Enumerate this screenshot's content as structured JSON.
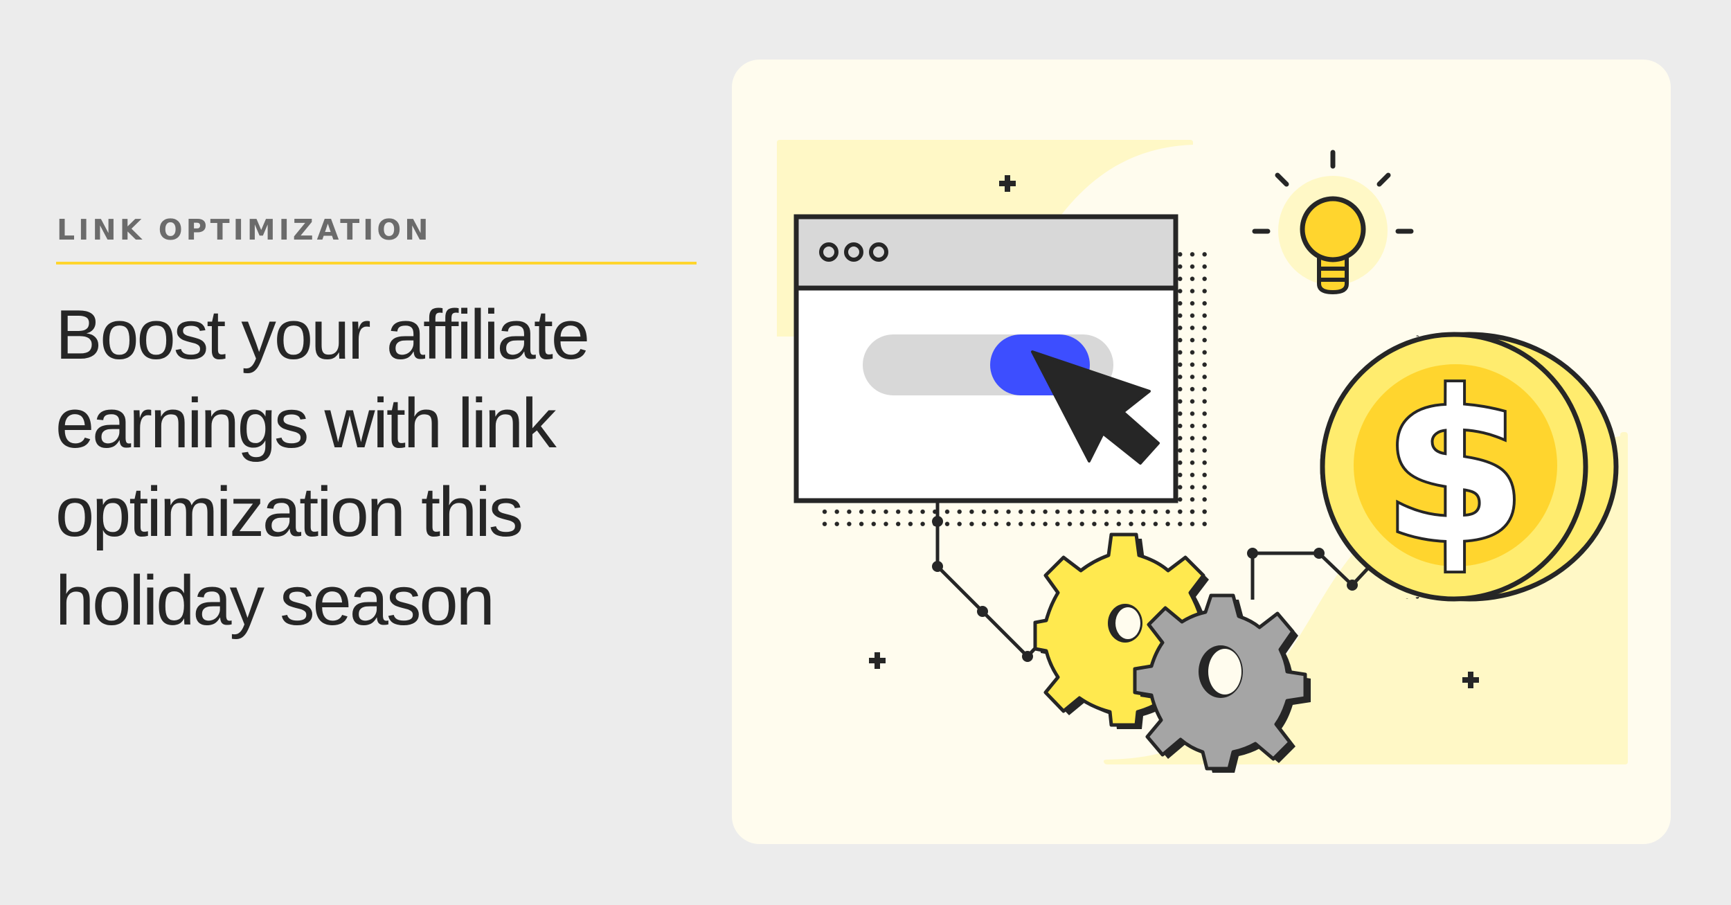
{
  "eyebrow": {
    "label": "LINK OPTIMIZATION"
  },
  "headline": {
    "lines": [
      "Boost your affiliate",
      "earnings with link",
      "optimization this",
      "holiday season"
    ]
  },
  "illustration": {
    "browser_window": {
      "dots_count": 3,
      "toggle_state": "on"
    },
    "coin_symbol": "$",
    "icons": [
      "browser-window-icon",
      "toggle-switch-icon",
      "cursor-arrow-icon",
      "lightbulb-icon",
      "dollar-coin-icon",
      "gear-icon",
      "plus-sparkle-icon"
    ]
  },
  "colors": {
    "page_bg": "#ECECEC",
    "card_bg": "#FFFCEE",
    "accent_yellow": "#FFD52E",
    "light_yellow": "#FFF8C6",
    "gear_yellow": "#FFE94F",
    "gear_gray": "#A5A5A5",
    "toggle_blue": "#3D4EFF",
    "ink": "#262626",
    "eyebrow_gray": "#6B6B6B"
  }
}
